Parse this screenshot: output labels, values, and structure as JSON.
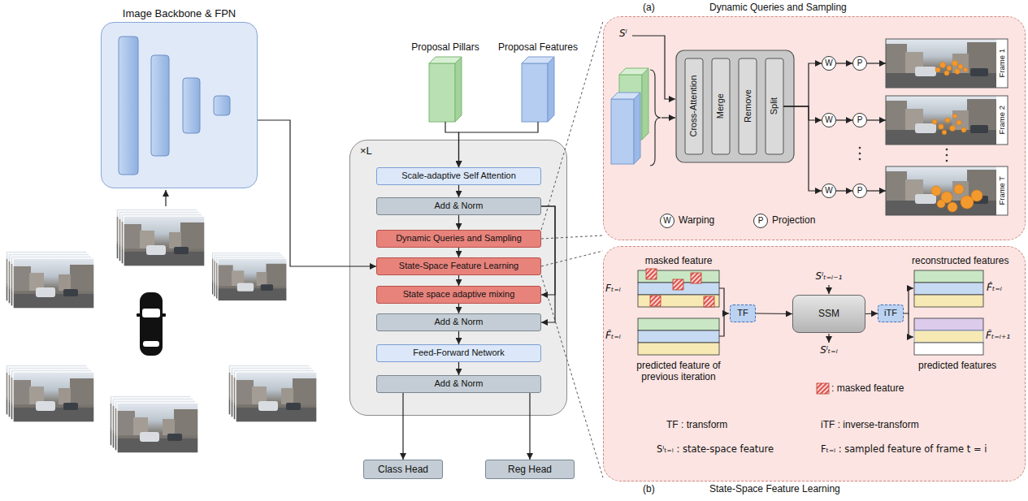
{
  "diagram": {
    "nodes": [
      {
        "text": [
          "Image Backbone & FPN"
        ]
      },
      {
        "text": [
          "Proposal Pillars"
        ]
      },
      {
        "text": [
          "Proposal Features"
        ]
      },
      {
        "text": [
          "×L"
        ]
      },
      {
        "text": [
          "Scale-adaptive Self Attention"
        ],
        "in": 3
      },
      {
        "text": [
          "Add & Norm"
        ],
        "in": 3
      },
      {
        "text": [
          "Dynamic Queries and Sampling"
        ],
        "in": 3
      },
      {
        "text": [
          "State-Space Feature Learning"
        ],
        "in": 3
      },
      {
        "text": [
          "State space adaptive mixing"
        ],
        "in": 3
      },
      {
        "text": [
          "Add & Norm"
        ],
        "in": 3
      },
      {
        "text": [
          "Feed-Forward Network"
        ],
        "in": 3
      },
      {
        "text": [
          "Add & Norm"
        ],
        "in": 3
      },
      {
        "text": [
          "Class Head"
        ]
      },
      {
        "text": [
          "Reg Head"
        ]
      },
      {
        "text": [
          "(a)",
          "Dynamic Queries and Sampling"
        ]
      },
      {
        "text": [
          "Cross-Attention"
        ],
        "in": 14
      },
      {
        "text": [
          "Merge"
        ],
        "in": 14
      },
      {
        "text": [
          "Remove"
        ],
        "in": 14
      },
      {
        "text": [
          "Split"
        ],
        "in": 14
      },
      {
        "text": [
          "W"
        ],
        "in": 14
      },
      {
        "text": [
          "P"
        ],
        "in": 14
      },
      {
        "text": [
          "Frame 1"
        ],
        "in": 14
      },
      {
        "text": [
          "W"
        ],
        "in": 14
      },
      {
        "text": [
          "P"
        ],
        "in": 14
      },
      {
        "text": [
          "Frame 2"
        ],
        "in": 14
      },
      {
        "text": [
          "W"
        ],
        "in": 14
      },
      {
        "text": [
          "P"
        ],
        "in": 14
      },
      {
        "text": [
          "Frame T"
        ],
        "in": 14
      },
      {
        "text": [
          "W"
        ],
        "in": 14
      },
      {
        "text": [
          "P"
        ],
        "in": 14
      },
      {
        "text": [
          "(b)",
          "State-Space Feature Learning"
        ]
      },
      {
        "text": [
          "TF"
        ],
        "in": 30
      },
      {
        "text": [
          "SSM"
        ],
        "in": 30
      },
      {
        "text": [
          "iTF"
        ],
        "in": 30
      }
    ],
    "edges": [
      {
        "from": 0,
        "to": 7,
        "arrow": "to"
      },
      {
        "from": 1,
        "to": 4,
        "arrow": "to"
      },
      {
        "from": 2,
        "to": 4,
        "arrow": "to"
      },
      {
        "from": 4,
        "to": 5,
        "arrow": "to"
      },
      {
        "from": 5,
        "to": 6,
        "arrow": "to"
      },
      {
        "from": 6,
        "to": 7,
        "arrow": "to"
      },
      {
        "from": 7,
        "to": 8,
        "arrow": "to"
      },
      {
        "from": 8,
        "to": 9,
        "arrow": "to"
      },
      {
        "from": 9,
        "to": 10,
        "arrow": "to"
      },
      {
        "from": 10,
        "to": 11,
        "arrow": "to"
      },
      {
        "from": 11,
        "to": 12,
        "arrow": "to"
      },
      {
        "from": 11,
        "to": 13,
        "arrow": "to"
      },
      {
        "from": 5,
        "to": 8,
        "arrow": "to"
      },
      {
        "from": 5,
        "to": 9,
        "arrow": "to"
      },
      {
        "from": 6,
        "to": 14,
        "arrow": "none"
      },
      {
        "from": 7,
        "to": 30,
        "arrow": "none"
      },
      {
        "from": 18,
        "to": 19,
        "arrow": "to"
      },
      {
        "from": 18,
        "to": 22,
        "arrow": "to"
      },
      {
        "from": 18,
        "to": 25,
        "arrow": "to"
      },
      {
        "from": 19,
        "to": 20,
        "arrow": "to"
      },
      {
        "from": 22,
        "to": 23,
        "arrow": "to"
      },
      {
        "from": 25,
        "to": 26,
        "arrow": "to"
      },
      {
        "from": 20,
        "to": 21,
        "arrow": "to"
      },
      {
        "from": 23,
        "to": 24,
        "arrow": "to"
      },
      {
        "from": 26,
        "to": 27,
        "arrow": "to"
      },
      {
        "from": 31,
        "to": 32,
        "arrow": "to"
      },
      {
        "from": 32,
        "to": 33,
        "arrow": "to"
      }
    ],
    "labels": [
      "Sˡ",
      "Fₜ₌ᵢ",
      "masked feature",
      "F̃ₜ₌ᵢ",
      "predicted feature of previous iteration",
      "Sˡₜ₌ᵢ₋₁",
      "Sˡₜ₌ᵢ",
      "reconstructed features",
      "F̂ₜ₌ᵢ",
      "predicted features",
      "F̃ₜ₌ᵢ₊₁",
      "TF : transform",
      "iTF : inverse-transform",
      "Sˡₜ₌ᵢ : state-space feature",
      "Fₜ₌ᵢ : sampled feature of frame t = i"
    ],
    "legend": [
      {
        "text": "Warping"
      },
      {
        "text": "Projection"
      },
      {
        "text": ": masked feature"
      }
    ]
  }
}
